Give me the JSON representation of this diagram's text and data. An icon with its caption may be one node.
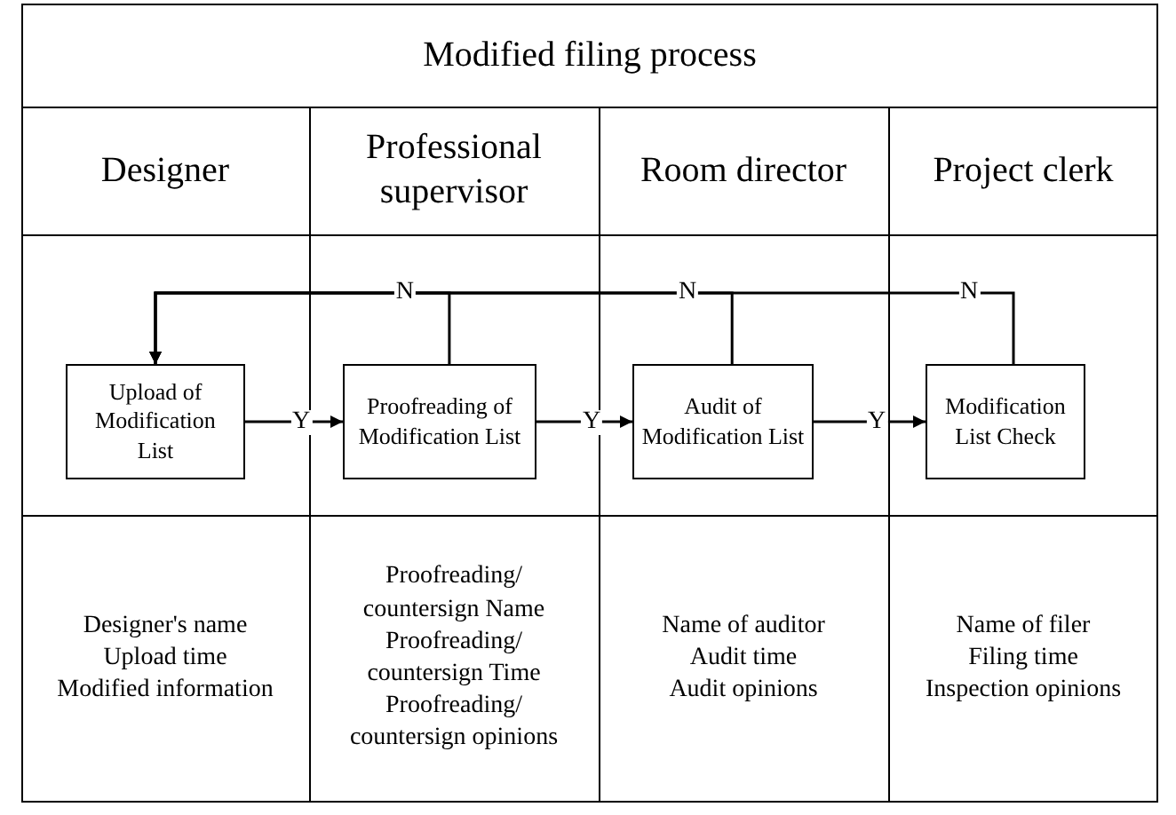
{
  "diagram": {
    "title": "Modified filing process",
    "nodes": [
      {
        "text": [
          "Upload of Modification List"
        ]
      },
      {
        "text": [
          "Proofreading of Modification List"
        ]
      },
      {
        "text": [
          "Audit of Modification List"
        ]
      },
      {
        "text": [
          "Modification List Check"
        ]
      }
    ],
    "edges": [
      {
        "from": 0,
        "to": 1,
        "arrow": "to",
        "label": "Y"
      },
      {
        "from": 1,
        "to": 2,
        "arrow": "to",
        "label": "Y"
      },
      {
        "from": 2,
        "to": 3,
        "arrow": "to",
        "label": "Y"
      },
      {
        "from": 1,
        "to": 0,
        "arrow": "to",
        "label": "N"
      },
      {
        "from": 2,
        "to": 0,
        "arrow": "to",
        "label": "N"
      },
      {
        "from": 3,
        "to": 0,
        "arrow": "to",
        "label": "N"
      }
    ],
    "labels": [
      "Designer",
      "Professional supervisor",
      "Room director",
      "Project clerk",
      "Designer's name",
      "Upload time",
      "Modified information",
      "Proofreading/ countersign Name",
      "Proofreading/ countersign Time",
      "Proofreading/ countersign opinions",
      "Name of auditor",
      "Audit time",
      "Audit opinions",
      "Name of filer",
      "Filing time",
      "Inspection opinions"
    ]
  }
}
